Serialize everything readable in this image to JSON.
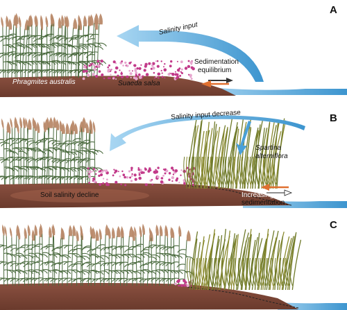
{
  "panels": [
    {
      "letter": "A",
      "labels": {
        "salinity_arrow": "Salinity input",
        "sedimentation_line1": "Sedimentation",
        "sedimentation_line2": "equilibrium",
        "phragmites": "Phragmites australis",
        "suaeda": "Suaeda salsa"
      }
    },
    {
      "letter": "B",
      "labels": {
        "salinity_arrow": "Salinity input decrease",
        "spartina_line1": "Spartina",
        "spartina_line2": "alterniflora",
        "soil": "Soil salinity decline",
        "increasing_line1": "Increasing",
        "increasing_line2": "sedimentation"
      }
    },
    {
      "letter": "C",
      "labels": {}
    }
  ],
  "colors": {
    "soil": "#7a4636",
    "soil_dark": "#5e3426",
    "water": "#5aa9d6",
    "reed_stem": "#4a6a3e",
    "reed_plume": "#b98a6a",
    "suaeda": "#c23a8a",
    "spartina": "#8a8a2e",
    "salinity_arrow": "#7fc0e6",
    "sed_arrow_up": "#e07030",
    "sed_arrow_down": "#333333"
  }
}
